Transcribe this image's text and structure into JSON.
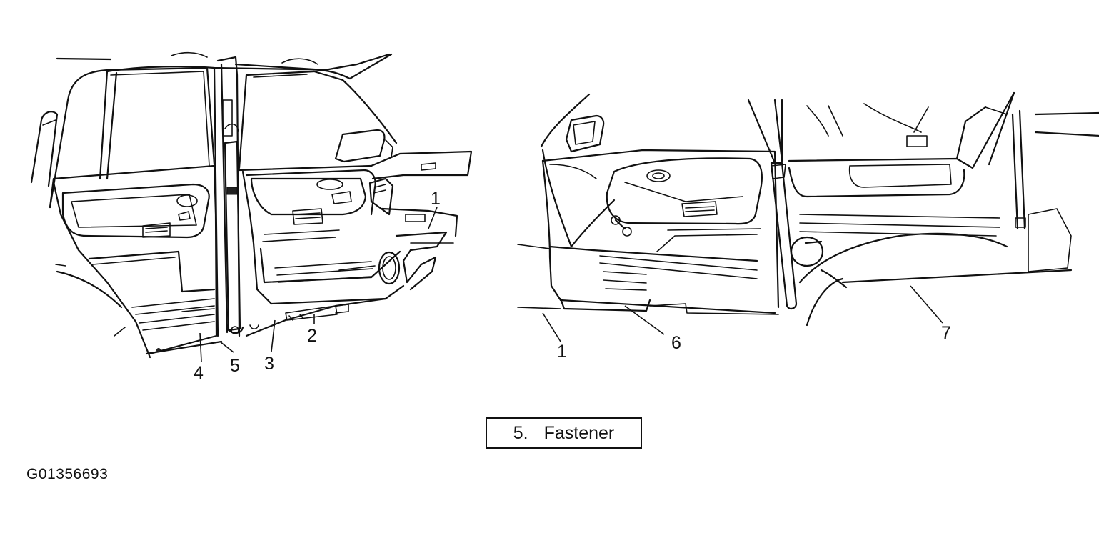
{
  "callouts": {
    "left_view": [
      "1",
      "2",
      "3",
      "4",
      "5"
    ],
    "right_view": [
      "1",
      "6",
      "7"
    ]
  },
  "legend": {
    "number": "5.",
    "label": "Fastener"
  },
  "figure_id": "G01356693",
  "colors": {
    "line": "#111111",
    "background": "#ffffff"
  }
}
